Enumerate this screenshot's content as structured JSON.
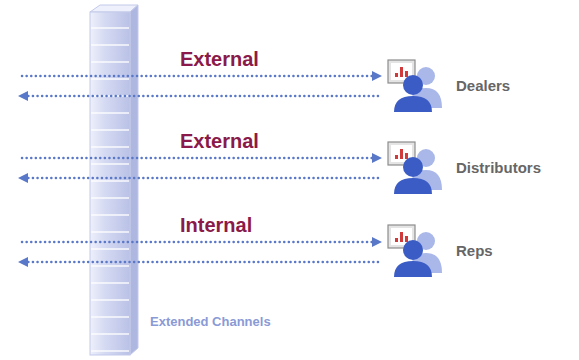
{
  "diagram": {
    "nodes": [
      {
        "text": [
          "Dealers"
        ]
      },
      {
        "text": [
          "Distributors"
        ]
      },
      {
        "text": [
          "Reps"
        ]
      }
    ],
    "labels": [
      "External",
      "External",
      "Internal",
      "Extended Channels"
    ]
  }
}
